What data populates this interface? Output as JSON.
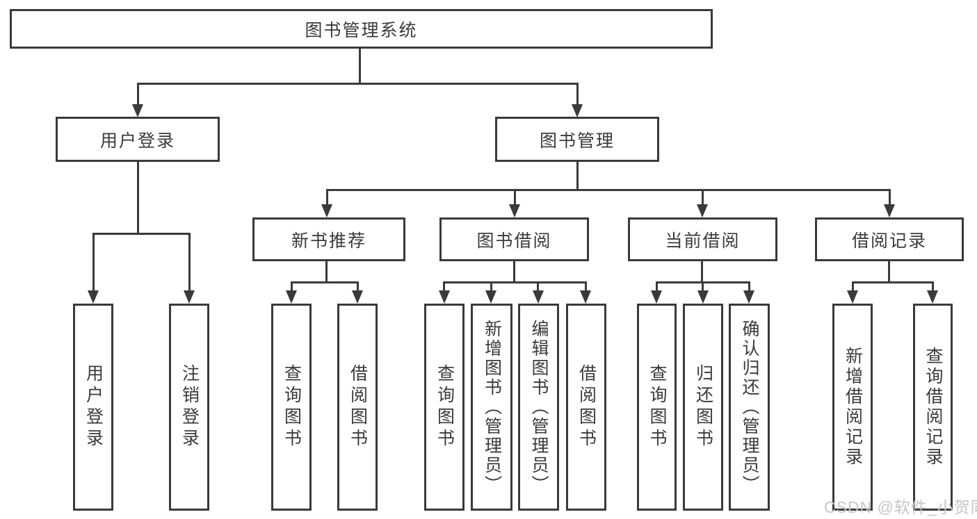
{
  "diagram": {
    "title": "图书管理系统",
    "branches": {
      "user_login": {
        "label": "用户登录"
      },
      "book_mgmt": {
        "label": "图书管理"
      }
    },
    "modules": {
      "new_book_rec": {
        "label": "新书推荐"
      },
      "book_borrow": {
        "label": "图书借阅"
      },
      "current_borrow": {
        "label": "当前借阅"
      },
      "borrow_record": {
        "label": "借阅记录"
      }
    },
    "leaves": {
      "user_login": "用户登录",
      "logout": "注销登录",
      "rec_query_book": "查询图书",
      "rec_borrow_book": "借阅图书",
      "bb_query_book": "查询图书",
      "bb_add_book": "新增图书（管理员）",
      "bb_edit_book": "编辑图书（管理员）",
      "bb_borrow_book": "借阅图书",
      "cb_query_book": "查询图书",
      "cb_return_book": "归还图书",
      "cb_confirm_return": "确认归还（管理员）",
      "br_add_record": "新增借阅记录",
      "br_query_record": "查询借阅记录"
    }
  },
  "watermark": "CSDN @软件_小贺同学",
  "colors": {
    "line": "#3a3a3a",
    "text": "#3a3a3a",
    "box_background": "#ffffff",
    "watermark": "#c6c6c6"
  }
}
